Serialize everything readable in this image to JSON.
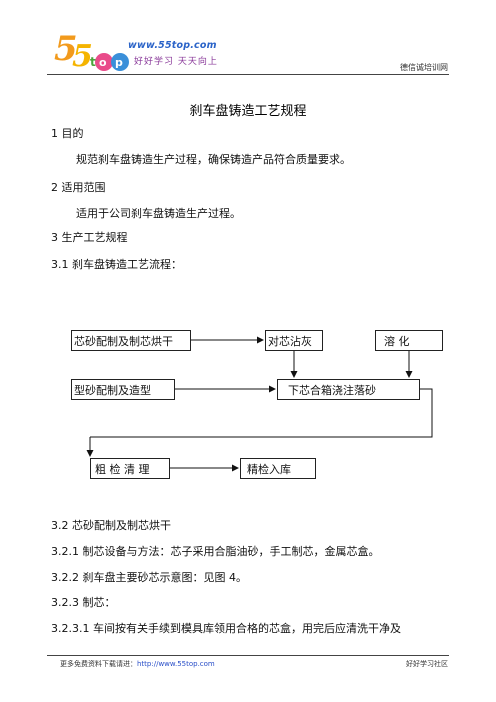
{
  "header": {
    "logo_url": "www.55top.com",
    "logo_slogan": "好好学习 天天向上",
    "right_text": "德信诚培训网"
  },
  "doc": {
    "title": "刹车盘铸造工艺规程",
    "s1_heading": "1  目的",
    "s1_body": "规范刹车盘铸造生产过程，确保铸造产品符合质量要求。",
    "s2_heading": "2  适用范围",
    "s2_body": "适用于公司刹车盘铸造生产过程。",
    "s3_heading": "3  生产工艺规程",
    "s31_heading": "3.1 刹车盘铸造工艺流程：",
    "s32_heading": "3.2  芯砂配制及制芯烘干",
    "s321": "3.2.1  制芯设备与方法：芯子采用合脂油砂，手工制芯，金属芯盒。",
    "s322": "3.2.2  刹车盘主要砂芯示意图：见图 4。",
    "s323": "3.2.3  制芯：",
    "s3231": "3.2.3.1  车间按有关手续到模具库领用合格的芯盒，用完后应清洗干净及"
  },
  "flow": {
    "core_sand": "芯砂配制及制芯烘干",
    "core_dip": "对芯沾灰",
    "melt": "溶    化",
    "mold_sand": "型砂配制及造型",
    "pour": "下芯合箱浇注落砂",
    "rough_clean": "粗  检  清  理",
    "final_check": "精检入库"
  },
  "footer": {
    "left_label": "更多免费资料下载请进：",
    "left_link": "http://www.55top.com",
    "right_text": "好好学习社区"
  }
}
